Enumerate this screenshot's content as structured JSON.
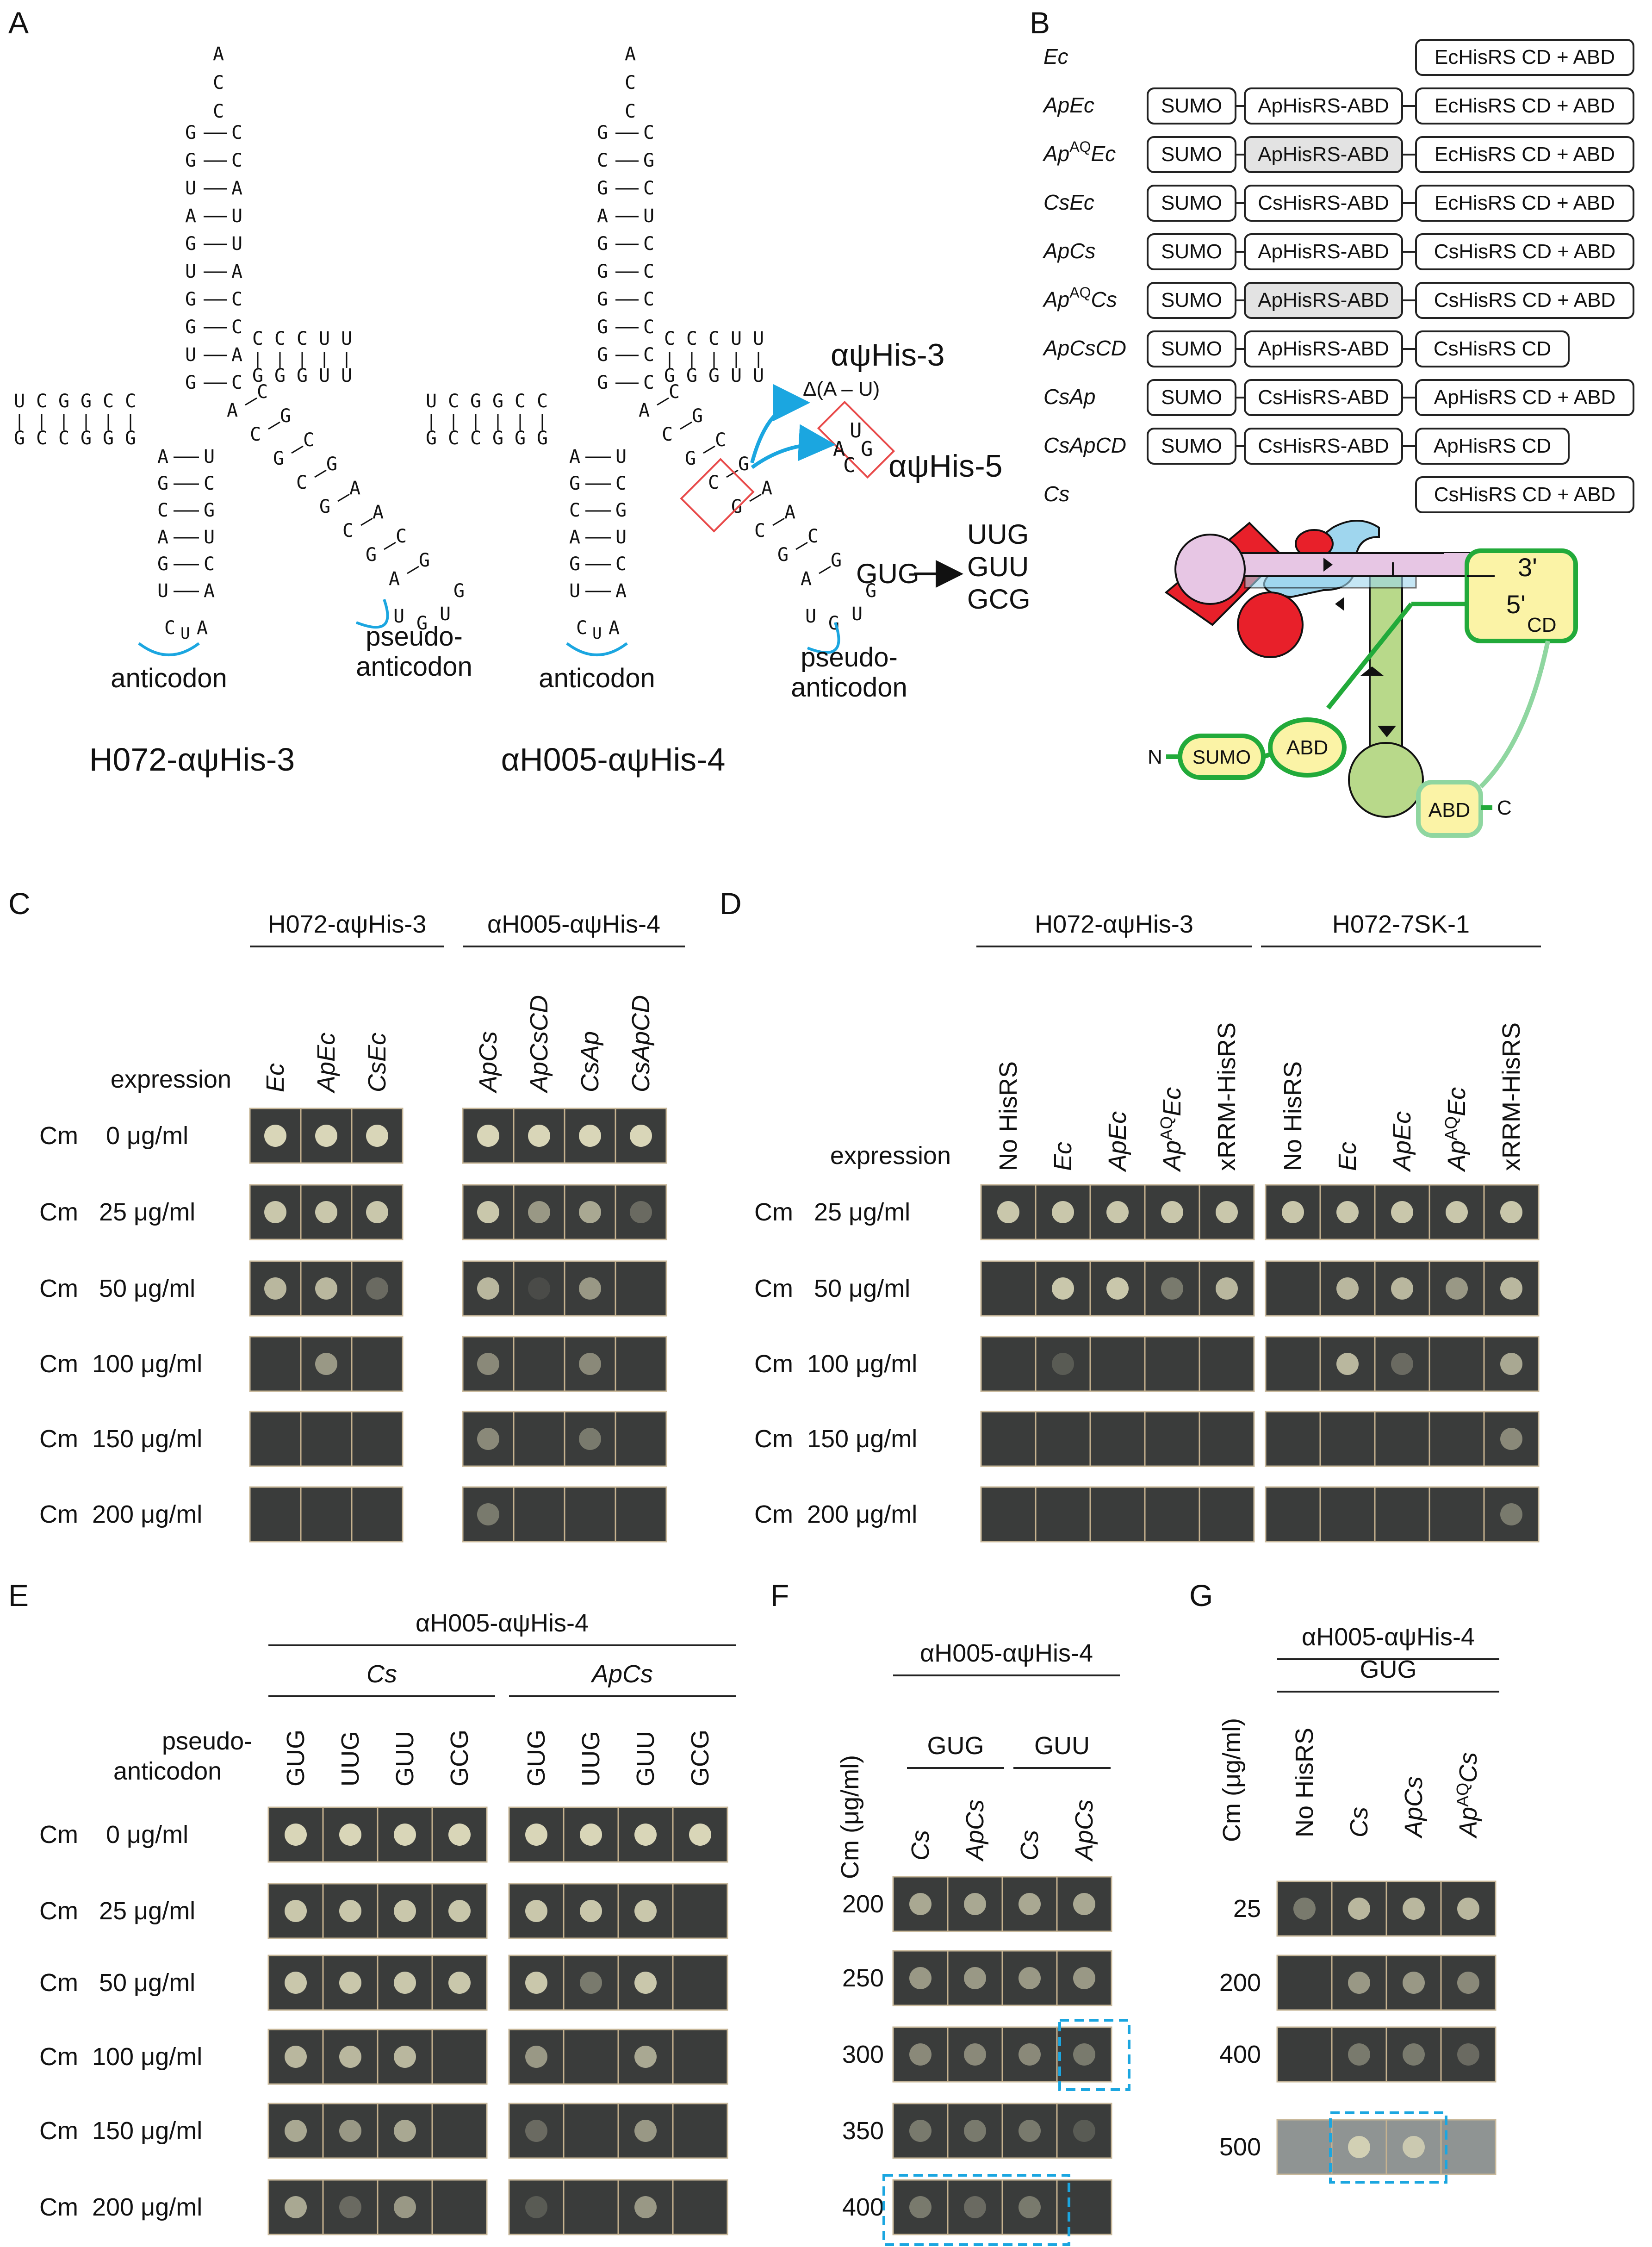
{
  "panel_labels": [
    "A",
    "B",
    "C",
    "D",
    "E",
    "F",
    "G"
  ],
  "panel_a": {
    "left_title": "H072-αψHis-3",
    "right_title": "αH005-αψHis-4",
    "anticodon_label": "anticodon",
    "pseudo_label_1": "pseudo-",
    "pseudo_label_2": "anticodon",
    "variant_3": "αψHis-3",
    "variant_5": "αψHis-5",
    "delta_label": "Δ(A – U)",
    "codon_from": "GUG",
    "codon_to": [
      "UUG",
      "GUU",
      "GCG"
    ]
  },
  "panel_b": {
    "rows": [
      {
        "name_a": "Ec",
        "sup": "",
        "name_b": "",
        "sumo": "",
        "abd": "",
        "abd_highlight": false,
        "cd": "EcHisRS CD + ABD"
      },
      {
        "name_a": "ApEc",
        "sup": "",
        "name_b": "",
        "sumo": "SUMO",
        "abd": "ApHisRS-ABD",
        "abd_highlight": false,
        "cd": "EcHisRS CD + ABD"
      },
      {
        "name_a": "Ap",
        "sup": "AQ",
        "name_b": "Ec",
        "sumo": "SUMO",
        "abd": "ApHisRS-ABD",
        "abd_highlight": true,
        "cd": "EcHisRS CD + ABD"
      },
      {
        "name_a": "CsEc",
        "sup": "",
        "name_b": "",
        "sumo": "SUMO",
        "abd": "CsHisRS-ABD",
        "abd_highlight": false,
        "cd": "EcHisRS CD + ABD"
      },
      {
        "name_a": "ApCs",
        "sup": "",
        "name_b": "",
        "sumo": "SUMO",
        "abd": "ApHisRS-ABD",
        "abd_highlight": false,
        "cd": "CsHisRS CD + ABD"
      },
      {
        "name_a": "Ap",
        "sup": "AQ",
        "name_b": "Cs",
        "sumo": "SUMO",
        "abd": "ApHisRS-ABD",
        "abd_highlight": true,
        "cd": "CsHisRS CD + ABD"
      },
      {
        "name_a": "ApCsCD",
        "sup": "",
        "name_b": "",
        "sumo": "SUMO",
        "abd": "ApHisRS-ABD",
        "abd_highlight": false,
        "cd": "CsHisRS CD"
      },
      {
        "name_a": "CsAp",
        "sup": "",
        "name_b": "",
        "sumo": "SUMO",
        "abd": "CsHisRS-ABD",
        "abd_highlight": false,
        "cd": "ApHisRS CD + ABD"
      },
      {
        "name_a": "CsApCD",
        "sup": "",
        "name_b": "",
        "sumo": "SUMO",
        "abd": "CsHisRS-ABD",
        "abd_highlight": false,
        "cd": "ApHisRS CD"
      },
      {
        "name_a": "Cs",
        "sup": "",
        "name_b": "",
        "sumo": "",
        "abd": "",
        "abd_highlight": false,
        "cd": "CsHisRS CD + ABD"
      }
    ],
    "diagram": {
      "three_prime": "3'",
      "five_prime": "5'",
      "cd": "CD",
      "abd": "ABD",
      "sumo": "SUMO",
      "n_term": "N",
      "c_term": "C"
    }
  },
  "panel_c": {
    "groups": [
      "H072-αψHis-3",
      "αH005-αψHis-4"
    ],
    "expression_label": "expression",
    "columns": [
      "Ec",
      "ApEc",
      "CsEc",
      "ApCs",
      "ApCsCD",
      "CsAp",
      "CsApCD"
    ],
    "rows": [
      "Cm    0 μg/ml",
      "Cm   25 μg/ml",
      "Cm   50 μg/ml",
      "Cm  100 μg/ml",
      "Cm  150 μg/ml",
      "Cm  200 μg/ml"
    ]
  },
  "panel_d": {
    "groups": [
      "H072-αψHis-3",
      "H072-7SK-1"
    ],
    "expression_label": "expression",
    "columns": [
      "No HisRS",
      "Ec",
      "ApEc",
      "ApAQEc",
      "xRRM-HisRS",
      "No HisRS",
      "Ec",
      "ApEc",
      "ApAQEc",
      "xRRM-HisRS"
    ],
    "rows": [
      "Cm   25 μg/ml",
      "Cm   50 μg/ml",
      "Cm  100 μg/ml",
      "Cm  150 μg/ml",
      "Cm  200 μg/ml"
    ]
  },
  "panel_e": {
    "group": "αH005-αψHis-4",
    "subgroups": [
      "Cs",
      "ApCs"
    ],
    "row_label_1": "pseudo-",
    "row_label_2": "anticodon",
    "columns": [
      "GUG",
      "UUG",
      "GUU",
      "GCG",
      "GUG",
      "UUG",
      "GUU",
      "GCG"
    ],
    "rows": [
      "Cm    0 μg/ml",
      "Cm   25 μg/ml",
      "Cm   50 μg/ml",
      "Cm  100 μg/ml",
      "Cm  150 μg/ml",
      "Cm  200 μg/ml"
    ]
  },
  "panel_f": {
    "group": "αH005-αψHis-4",
    "subgroups": [
      "GUG",
      "GUU"
    ],
    "axis_label": "Cm (μg/ml)",
    "columns": [
      "Cs",
      "ApCs",
      "Cs",
      "ApCs"
    ],
    "rows": [
      "200",
      "250",
      "300",
      "350",
      "400"
    ]
  },
  "panel_g": {
    "group_1": "αH005-αψHis-4",
    "group_2": "GUG",
    "axis_label": "Cm (μg/ml)",
    "columns": [
      "No HisRS",
      "Cs",
      "ApCs",
      "ApAQCs"
    ],
    "rows": [
      "25",
      "200",
      "400",
      "500"
    ]
  },
  "colors": {
    "highlight_blue": "#1ba6e0",
    "mutation_red": "#e84a4a",
    "domain_green": "#22aa3a",
    "plate_dark": "#3a3c3b",
    "abd_yellow": "#fbf3a6"
  }
}
